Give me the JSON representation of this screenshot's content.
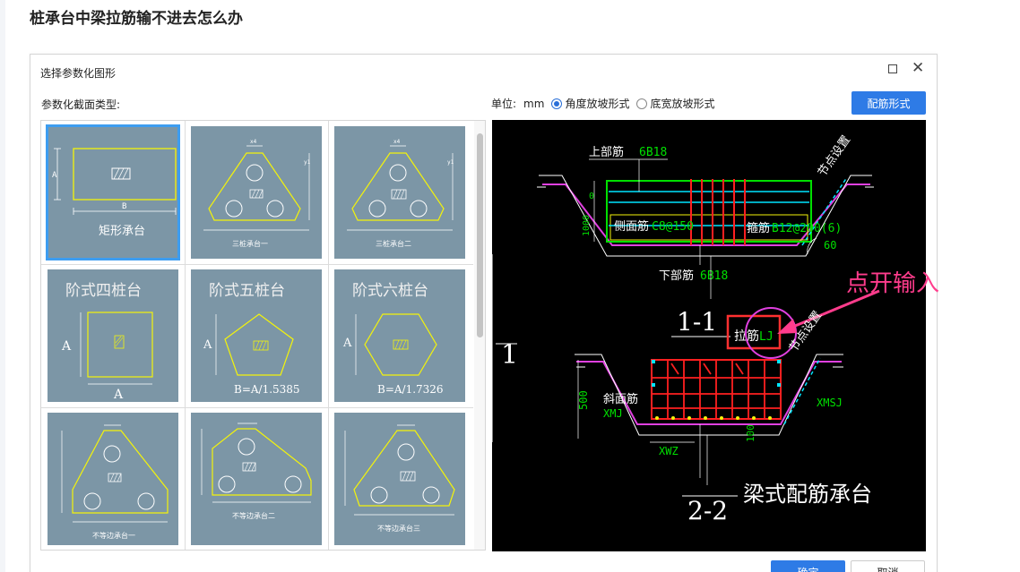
{
  "page": {
    "title": "桩承台中梁拉筋输不进去怎么办"
  },
  "dialog": {
    "title": "选择参数化图形",
    "section_label": "参数化截面类型:",
    "unit_label": "单位:",
    "unit_value": "mm",
    "radio_angle": "角度放坡形式",
    "radio_width": "底宽放坡形式",
    "rebar_button": "配筋形式",
    "ok_button": "确定",
    "cancel_button": "取消"
  },
  "shapes": {
    "s1": {
      "label": "矩形承台",
      "dim_a": "A",
      "dim_b": "B"
    },
    "s2": {
      "label": "三桩承台一",
      "dim_x": "x4",
      "dim_y": "y1"
    },
    "s3": {
      "label": "三桩承台二",
      "dim_x": "x4",
      "dim_y": "y1"
    },
    "s4": {
      "label": "阶式四桩台",
      "dim_a": "A",
      "dim_b": "A"
    },
    "s5": {
      "label": "阶式五桩台",
      "dim_a": "A",
      "formula": "B=A/1.5385"
    },
    "s6": {
      "label": "阶式六桩台",
      "dim_a": "A",
      "formula": "B=A/1.7326"
    },
    "s7": {
      "label": "不等边承台一"
    },
    "s8": {
      "label": "不等边承台二"
    },
    "s9": {
      "label": "不等边承台三"
    }
  },
  "preview": {
    "top_bar": "上部筋",
    "top_bar_value": "6B18",
    "side_bar": "侧面筋",
    "side_bar_value": "C8@150",
    "stirrup": "箍筋",
    "stirrup_value": "B12@200(6)",
    "bottom_bar": "下部筋",
    "bottom_bar_value": "6B18",
    "node_setting": "节点设置",
    "angle": "60",
    "height_0": "0",
    "height_1000": "1000",
    "section_1": "1-1",
    "tie_bar": "拉筋",
    "tie_bar_value": "LJ",
    "slope_bar": "斜面筋",
    "slope_code": "XMJ",
    "slope_code2": "XMSJ",
    "height_500": "500",
    "bottom_code": "XWZ",
    "bottom_dim": "100",
    "section_2": "2-2",
    "caption": "梁式配筋承台",
    "marker_1": "1",
    "annotation": "点开输入"
  },
  "colors": {
    "accent": "#2e7be6",
    "thumb_bg": "#7c96a6",
    "shape_line": "#f4f40a",
    "annotation": "#ff3c8c"
  }
}
